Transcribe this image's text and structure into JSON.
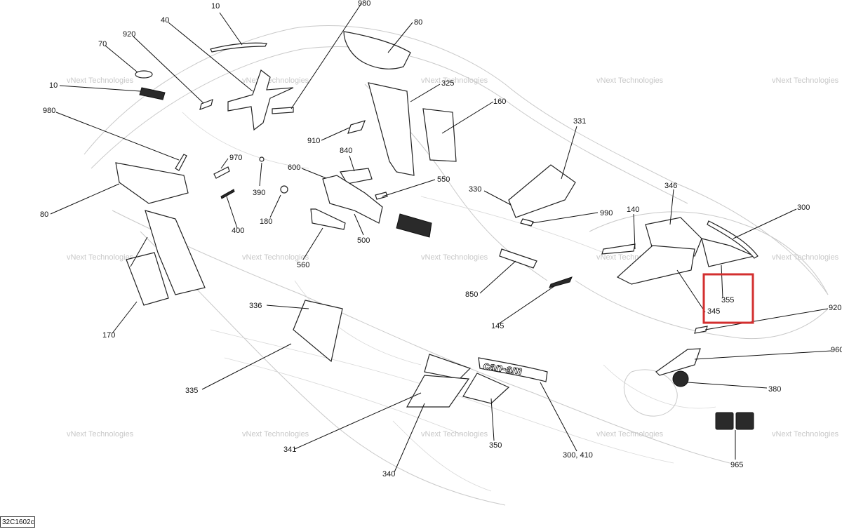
{
  "diagram": {
    "code": "32C1602c",
    "watermark": "vNext Technologies",
    "highlight_color": "#d32f2f",
    "callouts": [
      "10",
      "980",
      "80",
      "40",
      "920",
      "70",
      "10",
      "325",
      "160",
      "980",
      "910",
      "840",
      "970",
      "600",
      "390",
      "550",
      "180",
      "331",
      "330",
      "990",
      "400",
      "500",
      "346",
      "140",
      "300",
      "560",
      "80",
      "850",
      "355",
      "345",
      "920",
      "145",
      "336",
      "960",
      "380",
      "170",
      "335",
      "341",
      "340",
      "350",
      "300, 410",
      "965"
    ],
    "highlighted": [
      "355",
      "345"
    ],
    "brand_decal": "can-am"
  }
}
